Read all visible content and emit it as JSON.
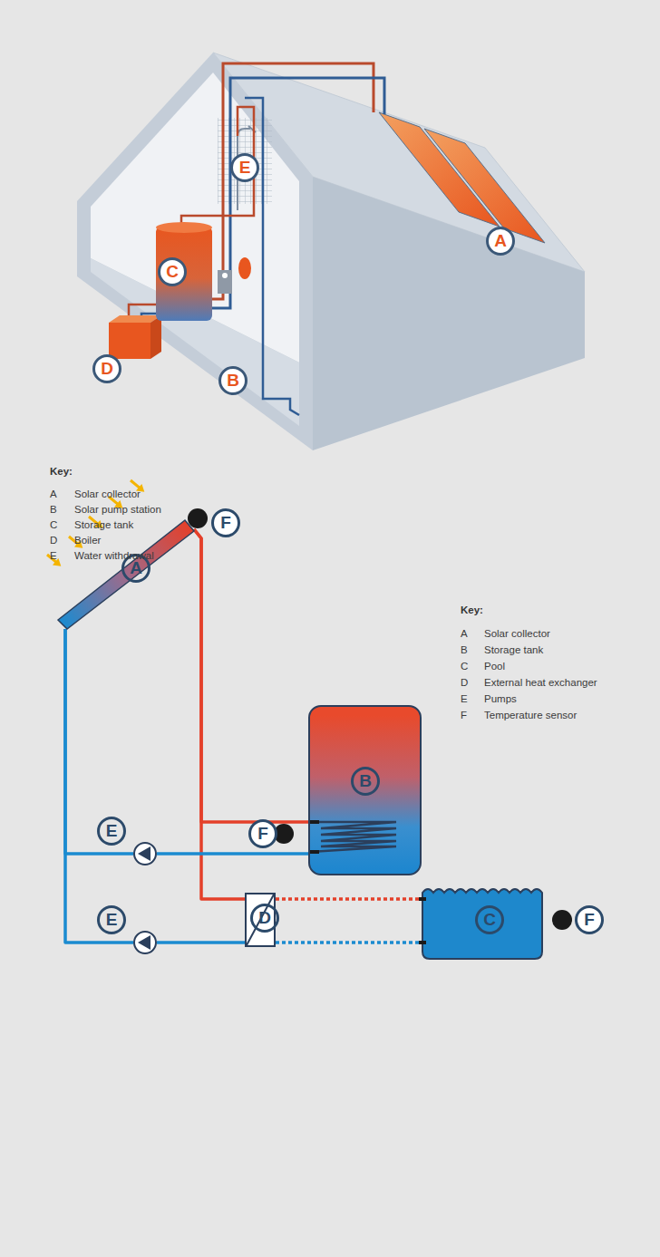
{
  "diagram": {
    "nodes": [
      {
        "text": [
          "A"
        ]
      },
      {
        "text": [
          "B"
        ]
      },
      {
        "text": [
          "E"
        ]
      },
      {
        "text": [
          "E"
        ]
      },
      {
        "text": [
          "D"
        ]
      },
      {
        "text": [
          "C"
        ]
      }
    ],
    "edges": [
      {
        "from": 0,
        "to": 1,
        "arrow": "none"
      },
      {
        "from": 0,
        "to": 4,
        "arrow": "none"
      },
      {
        "from": 1,
        "to": 2,
        "arrow": "none"
      },
      {
        "from": 2,
        "to": 0,
        "arrow": "none"
      },
      {
        "from": 4,
        "to": 3,
        "arrow": "none"
      },
      {
        "from": 3,
        "to": 0,
        "arrow": "none"
      },
      {
        "from": 4,
        "to": 5,
        "arrow": "none"
      },
      {
        "from": 4,
        "to": 5,
        "arrow": "none"
      }
    ],
    "labels": [
      "A",
      "B",
      "C",
      "D",
      "E",
      "Key:",
      "A",
      "Solar collector",
      "B",
      "Solar pump station",
      "C",
      "Storage tank",
      "D",
      "Boiler",
      "E",
      "Water withdrawal",
      "F",
      "F",
      "F",
      "Key:",
      "A",
      "Solar collector",
      "B",
      "Storage tank",
      "C",
      "Pool",
      "D",
      "External heat exchanger",
      "E",
      "Pumps",
      "F",
      "Temperature sensor"
    ]
  }
}
